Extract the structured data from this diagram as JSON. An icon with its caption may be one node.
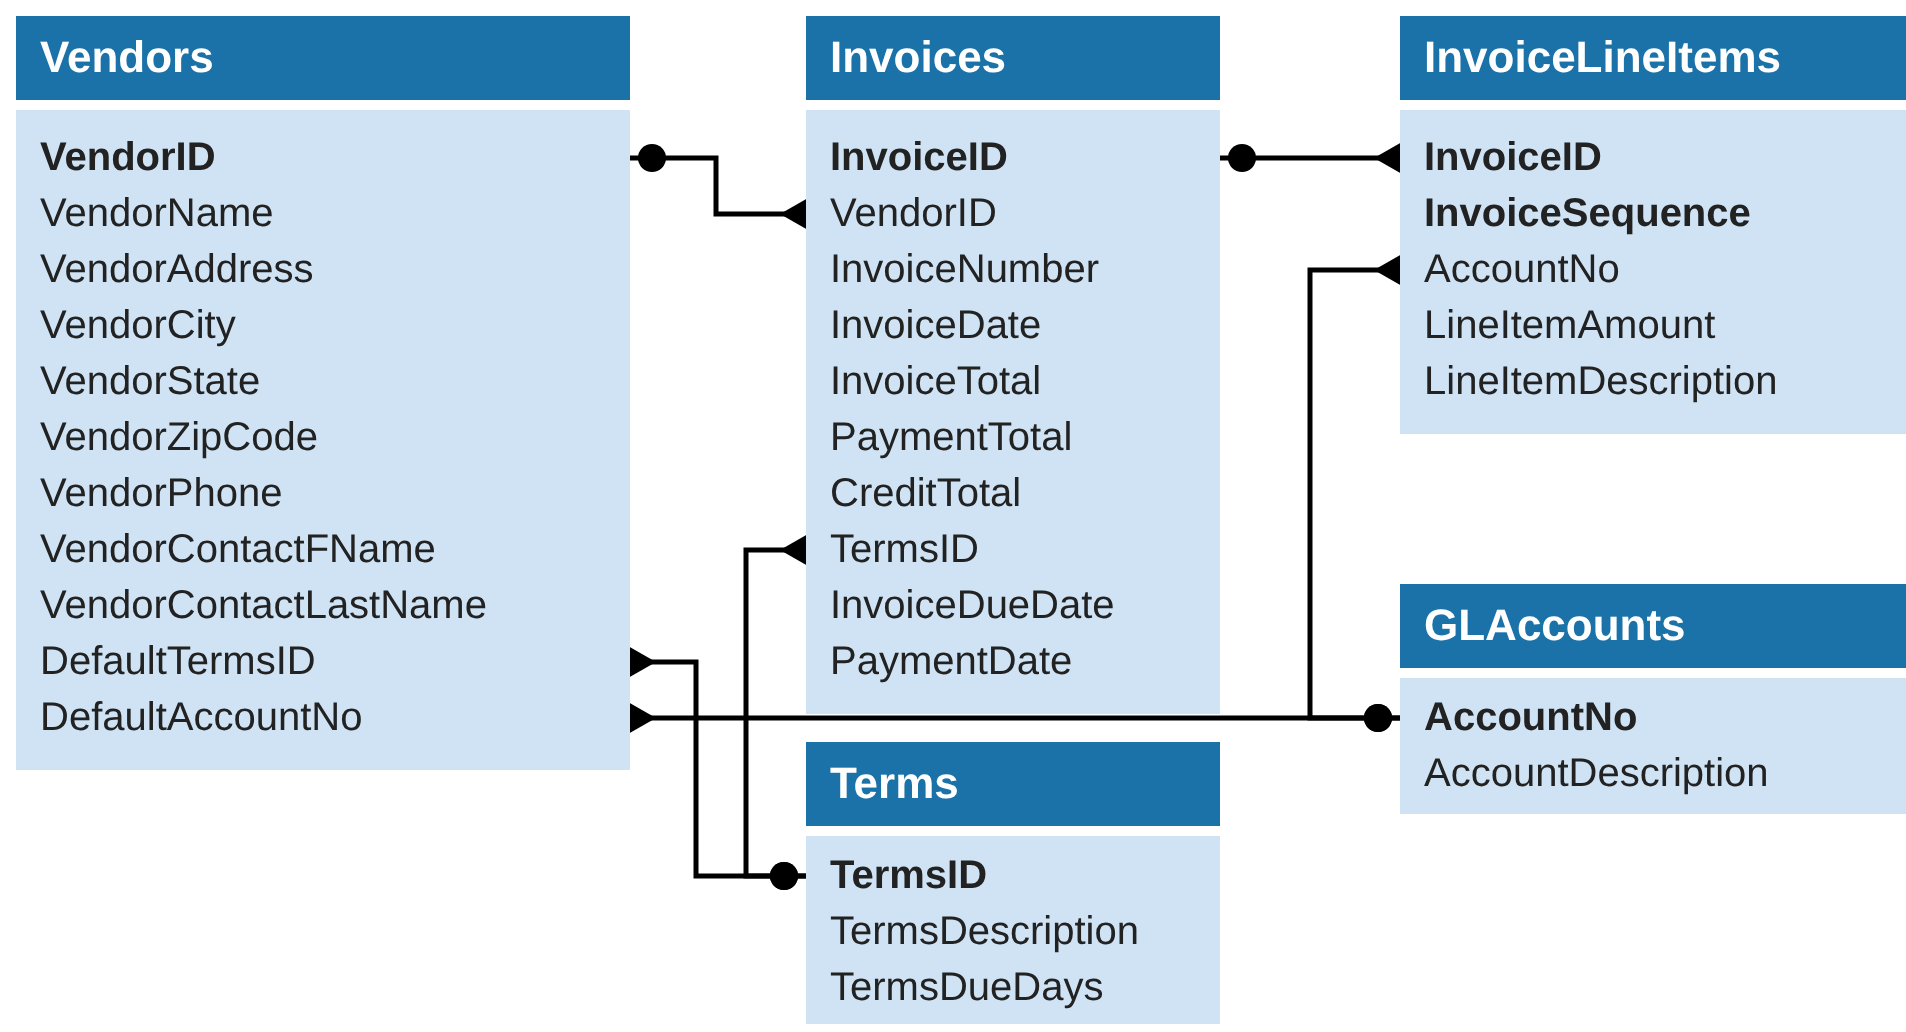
{
  "diagram": {
    "nodes": [
      {
        "text": [
          "Vendors"
        ]
      },
      {
        "text": [
          "**VendorID**"
        ],
        "in": 0
      },
      {
        "text": [
          "VendorName"
        ],
        "in": 0
      },
      {
        "text": [
          "VendorAddress"
        ],
        "in": 0
      },
      {
        "text": [
          "VendorCity"
        ],
        "in": 0
      },
      {
        "text": [
          "VendorState"
        ],
        "in": 0
      },
      {
        "text": [
          "VendorZipCode"
        ],
        "in": 0
      },
      {
        "text": [
          "VendorPhone"
        ],
        "in": 0
      },
      {
        "text": [
          "VendorContactFName"
        ],
        "in": 0
      },
      {
        "text": [
          "VendorContactLastName"
        ],
        "in": 0
      },
      {
        "text": [
          "DefaultTermsID"
        ],
        "in": 0
      },
      {
        "text": [
          "DefaultAccountNo"
        ],
        "in": 0
      },
      {
        "text": [
          "Invoices"
        ]
      },
      {
        "text": [
          "**InvoiceID**"
        ],
        "in": 12
      },
      {
        "text": [
          "VendorID"
        ],
        "in": 12
      },
      {
        "text": [
          "InvoiceNumber"
        ],
        "in": 12
      },
      {
        "text": [
          "InvoiceDate"
        ],
        "in": 12
      },
      {
        "text": [
          "InvoiceTotal"
        ],
        "in": 12
      },
      {
        "text": [
          "PaymentTotal"
        ],
        "in": 12
      },
      {
        "text": [
          "CreditTotal"
        ],
        "in": 12
      },
      {
        "text": [
          "TermsID"
        ],
        "in": 12
      },
      {
        "text": [
          "InvoiceDueDate"
        ],
        "in": 12
      },
      {
        "text": [
          "PaymentDate"
        ],
        "in": 12
      },
      {
        "text": [
          "InvoiceLineItems"
        ]
      },
      {
        "text": [
          "**InvoiceID**"
        ],
        "in": 23
      },
      {
        "text": [
          "**InvoiceSequence**"
        ],
        "in": 23
      },
      {
        "text": [
          "AccountNo"
        ],
        "in": 23
      },
      {
        "text": [
          "LineItemAmount"
        ],
        "in": 23
      },
      {
        "text": [
          "LineItemDescription"
        ],
        "in": 23
      },
      {
        "text": [
          "GLAccounts"
        ]
      },
      {
        "text": [
          "**AccountNo**"
        ],
        "in": 29
      },
      {
        "text": [
          "AccountDescription"
        ],
        "in": 29
      },
      {
        "text": [
          "Terms"
        ]
      },
      {
        "text": [
          "**TermsID**"
        ],
        "in": 32
      },
      {
        "text": [
          "TermsDescription"
        ],
        "in": 32
      },
      {
        "text": [
          "TermsDueDays"
        ],
        "in": 32
      }
    ],
    "edges": [
      {
        "from": 1,
        "to": 14,
        "arrow": "other"
      },
      {
        "from": 13,
        "to": 24,
        "arrow": "other"
      },
      {
        "from": 30,
        "to": 26,
        "arrow": "other"
      },
      {
        "from": 30,
        "to": 11,
        "arrow": "other"
      },
      {
        "from": 33,
        "to": 10,
        "arrow": "other"
      },
      {
        "from": 33,
        "to": 20,
        "arrow": "other"
      }
    ]
  }
}
